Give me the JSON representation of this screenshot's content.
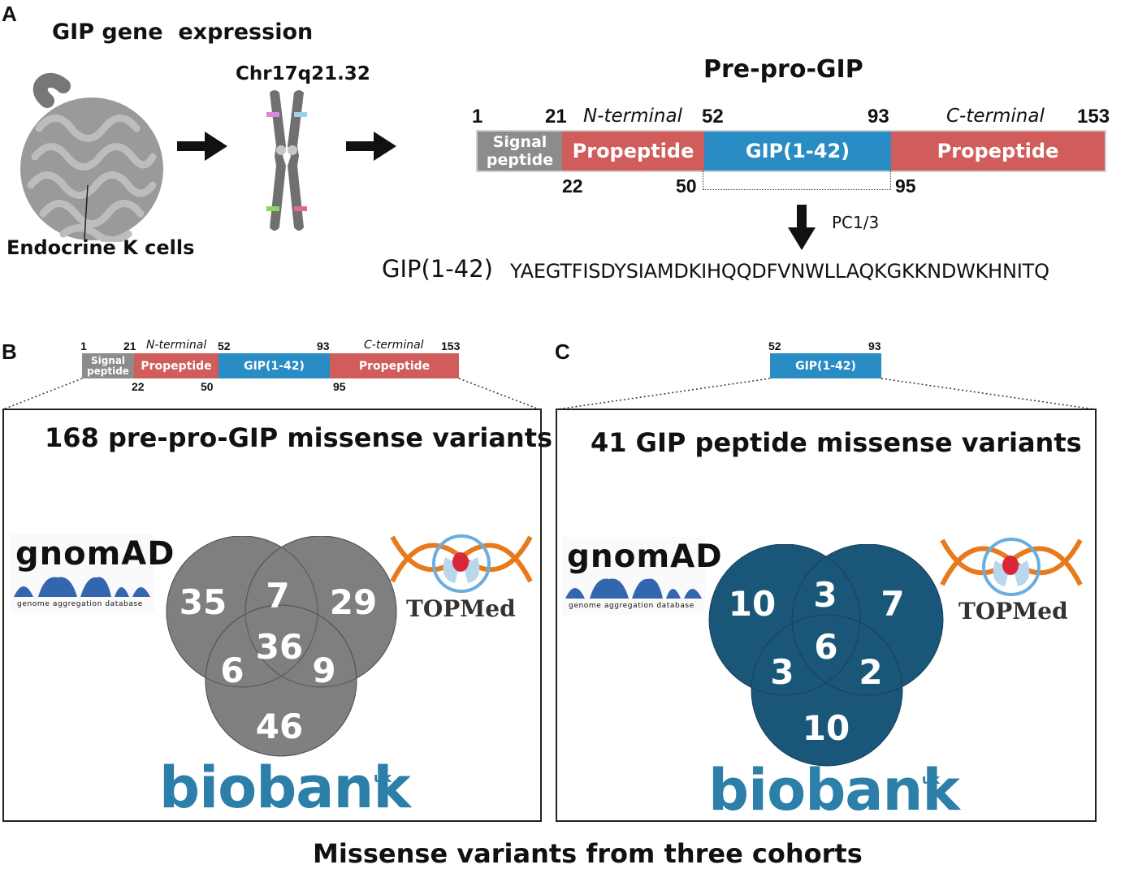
{
  "panelA": {
    "letter": "A",
    "title": "GIP gene  expression",
    "cells_label": "Endocrine K cells",
    "chromosome_label": "Chr17q21.32",
    "preproTitle": "Pre-pro-GIP",
    "nterm": "N-terminal",
    "cterm": "C-terminal",
    "pos_top": [
      "1",
      "21",
      "52",
      "93",
      "153"
    ],
    "pos_bottom": [
      "22",
      "50",
      "95"
    ],
    "seg_signal": "Signal peptide",
    "seg_prop1": "Propeptide",
    "seg_gip": "GIP(1-42)",
    "seg_prop2": "Propeptide",
    "enzyme": "PC1/3",
    "peptide_name": "GIP(1-42)",
    "sequence": "YAEGTFISDYSIAMDKIHQQDFVNWLLAQKGKKNDWKHNITQ"
  },
  "panelB": {
    "letter": "B",
    "title": "168 pre-pro-GIP missense variants",
    "venn": {
      "gnomad_only": "35",
      "topmed_only": "29",
      "biobank_only": "46",
      "g_t": "7",
      "g_b": "6",
      "t_b": "9",
      "all": "36"
    }
  },
  "panelC": {
    "letter": "C",
    "pos_top": [
      "52",
      "93"
    ],
    "seg_gip": "GIP(1-42)",
    "title": "41 GIP peptide missense variants",
    "venn": {
      "gnomad_only": "10",
      "topmed_only": "7",
      "biobank_only": "10",
      "g_t": "3",
      "g_b": "3",
      "t_b": "2",
      "all": "6"
    }
  },
  "logos": {
    "gnomad": "gnomAD",
    "gnomad_sub": "genome aggregation database",
    "topmed": "TOPMed",
    "biobank": "biobank",
    "biobank_sup": "uk"
  },
  "footer": "Missense variants from three cohorts",
  "colors": {
    "signal": "#8c8c8c",
    "propeptide": "#d05c5c",
    "gip": "#2a8cc4",
    "venn_gray": "#cfcfcf",
    "venn_blue": "#2a8cc4"
  }
}
